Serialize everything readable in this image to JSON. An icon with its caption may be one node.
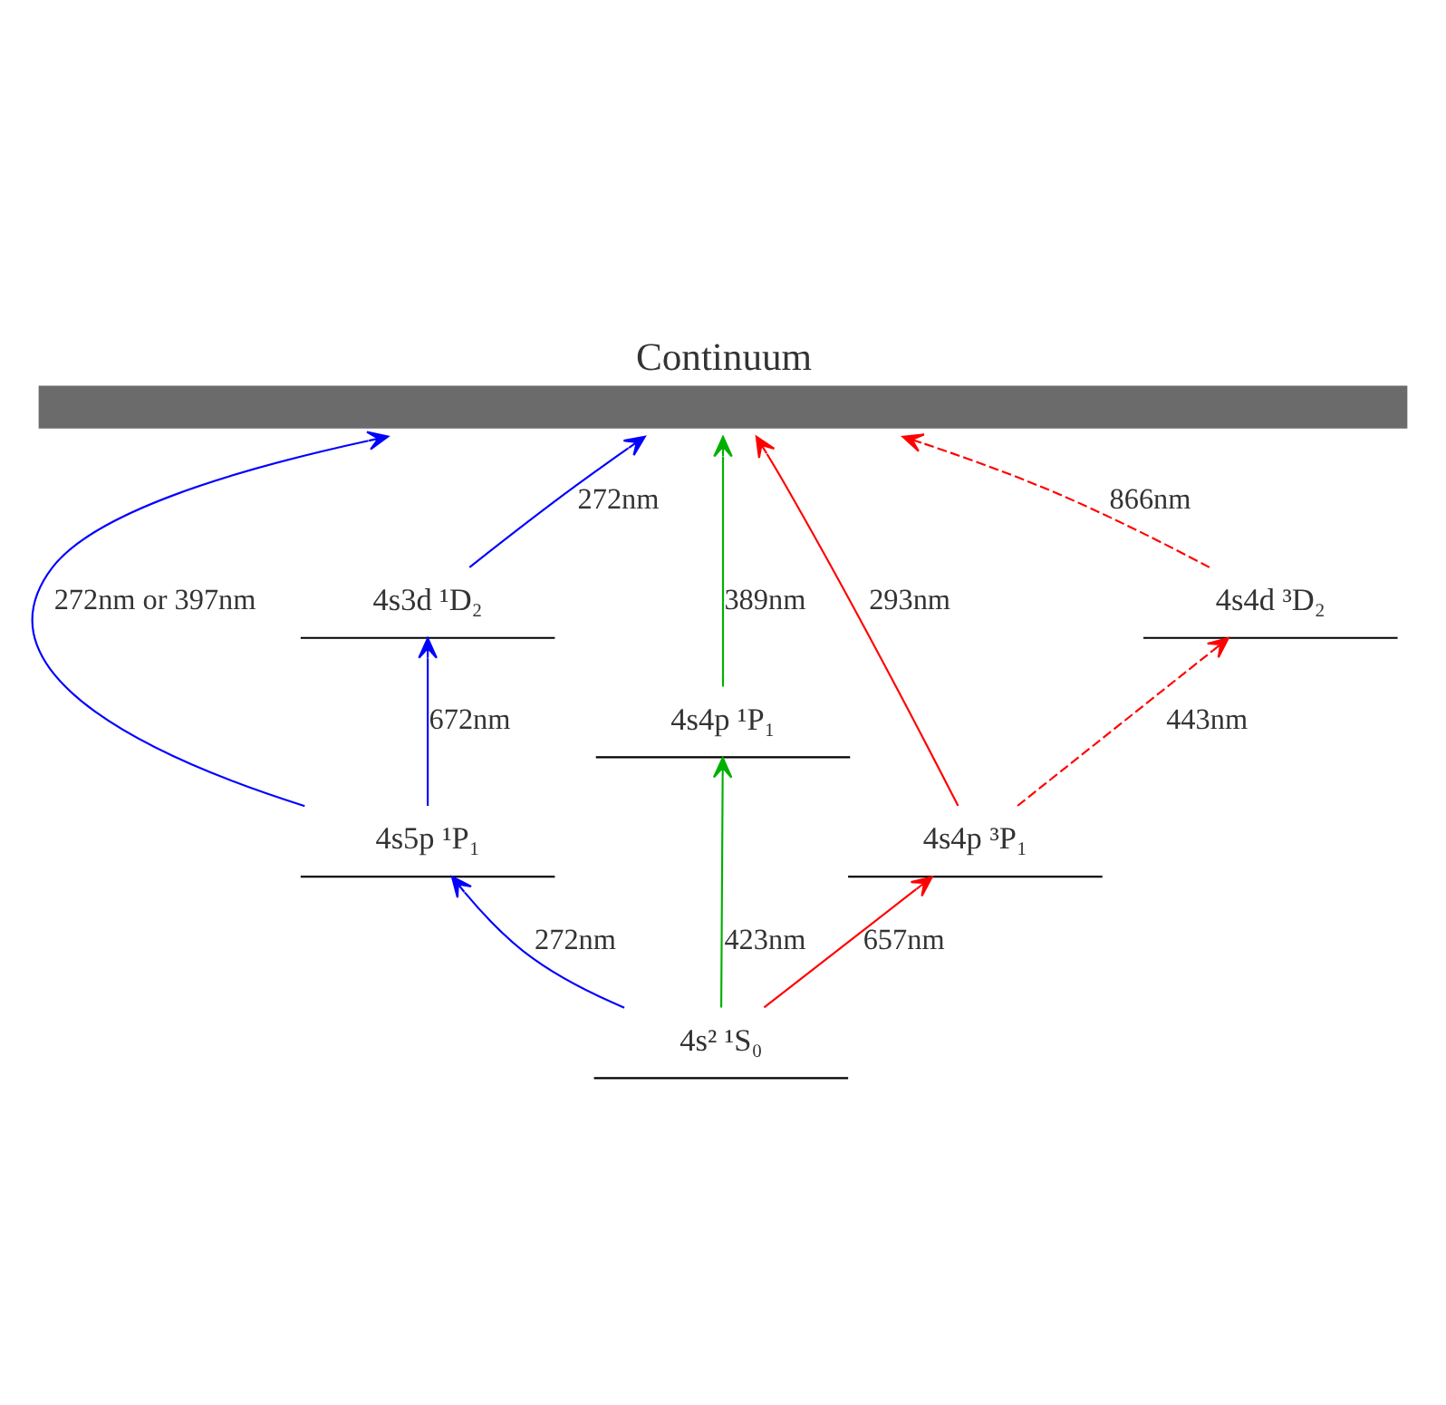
{
  "diagram": {
    "nodes": [
      {
        "text": [
          "Continuum"
        ]
      },
      {
        "text": [
          "4s5p ¹P₁"
        ]
      },
      {
        "text": [
          "4s4d ³D₂"
        ]
      },
      {
        "text": [
          "4s4p ¹P₁"
        ]
      },
      {
        "text": [
          "4s3d ¹D₂"
        ]
      },
      {
        "text": [
          "4s4p ³P₁"
        ]
      },
      {
        "text": [
          "4s² ¹S₀"
        ]
      }
    ],
    "edges": [
      {
        "from": 6,
        "to": 1,
        "arrow": "to",
        "label": "272nm",
        "color": "#0000ff"
      },
      {
        "from": 1,
        "to": 0,
        "arrow": "to",
        "label": "272nm or 397nm",
        "color": "#0000ff"
      },
      {
        "from": 6,
        "to": 3,
        "arrow": "to",
        "label": "423nm",
        "color": "#00b000"
      },
      {
        "from": 3,
        "to": 0,
        "arrow": "to",
        "label": "389nm",
        "color": "#00b000"
      },
      {
        "from": 1,
        "to": 4,
        "arrow": "to",
        "label": "672nm",
        "color": "#0000ff"
      },
      {
        "from": 4,
        "to": 0,
        "arrow": "to",
        "label": "272nm",
        "color": "#0000ff"
      },
      {
        "from": 6,
        "to": 5,
        "arrow": "to",
        "label": "657nm",
        "color": "#ff0000"
      },
      {
        "from": 5,
        "to": 0,
        "arrow": "to",
        "label": "293nm",
        "color": "#ff0000"
      },
      {
        "from": 5,
        "to": 2,
        "arrow": "to",
        "label": "443nm",
        "color": "#ff0000",
        "style": "dashed"
      },
      {
        "from": 2,
        "to": 0,
        "arrow": "to",
        "label": "866nm",
        "color": "#ff0000",
        "style": "dashed"
      }
    ]
  }
}
